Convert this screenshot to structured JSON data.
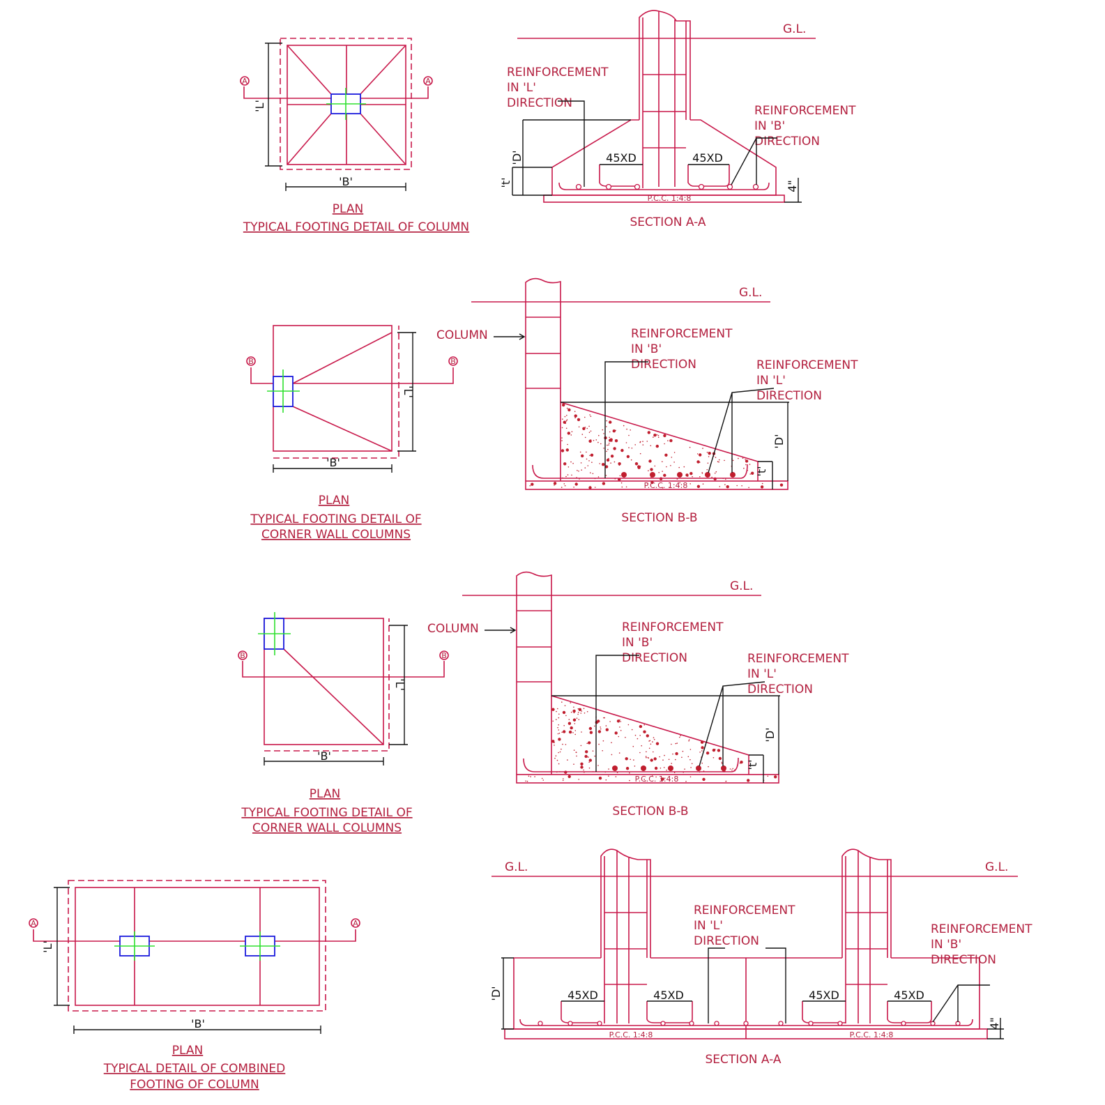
{
  "plan1": {
    "title": "PLAN",
    "subtitle": "TYPICAL FOOTING DETAIL OF COLUMN",
    "dim_l": "'L'",
    "dim_b": "'B'",
    "marker": "A"
  },
  "sectionAA1": {
    "title": "SECTION A-A",
    "gl": "G.L.",
    "reinf_l": [
      "REINFORCEMENT",
      "IN 'L'",
      "DIRECTION"
    ],
    "reinf_b": [
      "REINFORCEMENT",
      "IN 'B'",
      "DIRECTION"
    ],
    "lap": "45XD",
    "dim_d": "'D'",
    "dim_t": "'t'",
    "dim_4": "4\"",
    "pcc": "P.C.C. 1:4:8"
  },
  "plan2": {
    "title": "PLAN",
    "subtitle": [
      "TYPICAL FOOTING DETAIL OF",
      "CORNER WALL COLUMNS"
    ],
    "dim_l": "'L'",
    "dim_b": "'B'",
    "marker": "B"
  },
  "sectionBB1": {
    "title": "SECTION B-B",
    "gl": "G.L.",
    "column": "COLUMN",
    "reinf_b": [
      "REINFORCEMENT",
      "IN 'B'",
      "DIRECTION"
    ],
    "reinf_l": [
      "REINFORCEMENT",
      "IN 'L'",
      "DIRECTION"
    ],
    "dim_d": "'D'",
    "dim_t": "'t'",
    "pcc": "P.C.C. 1:4:8"
  },
  "plan3": {
    "title": "PLAN",
    "subtitle": [
      "TYPICAL FOOTING DETAIL OF",
      "CORNER WALL COLUMNS"
    ],
    "dim_l": "'L'",
    "dim_b": "'B'",
    "marker": "B"
  },
  "sectionBB2": {
    "title": "SECTION B-B",
    "gl": "G.L.",
    "column": "COLUMN",
    "reinf_b": [
      "REINFORCEMENT",
      "IN 'B'",
      "DIRECTION"
    ],
    "reinf_l": [
      "REINFORCEMENT",
      "IN 'L'",
      "DIRECTION"
    ],
    "dim_d": "'D'",
    "dim_t": "'t'",
    "pcc": "P.C.C. 1:4:8"
  },
  "plan4": {
    "title": "PLAN",
    "subtitle": [
      "TYPICAL DETAIL OF COMBINED",
      "FOOTING OF COLUMN"
    ],
    "dim_l": "'L'",
    "dim_b": "'B'",
    "marker": "A"
  },
  "sectionAA2": {
    "title": "SECTION A-A",
    "gl": "G.L.",
    "reinf_l": [
      "REINFORCEMENT",
      "IN 'L'",
      "DIRECTION"
    ],
    "reinf_b": [
      "REINFORCEMENT",
      "IN 'B'",
      "DIRECTION"
    ],
    "lap": "45XD",
    "dim_d": "'D'",
    "dim_4": "4\"",
    "pcc": "P.C.C. 1:4:8"
  },
  "colors": {
    "concrete_line": "#c8184a",
    "text": "#b3203f",
    "dimension": "#111111",
    "column_plan": "#1a1add",
    "centerline": "#2ee02e"
  }
}
